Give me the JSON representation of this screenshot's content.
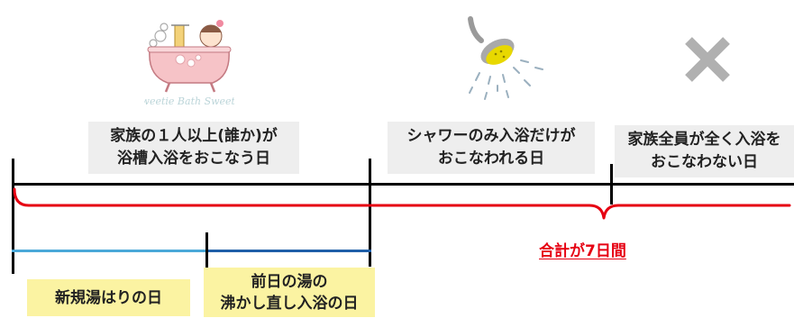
{
  "categories": {
    "bath": {
      "icon": "bathtub-illustration-icon",
      "line1": "家族の１人以上(誰か)が",
      "line2": "浴槽入浴をおこなう日"
    },
    "shower": {
      "icon": "shower-head-icon",
      "line1": "シャワーのみ入浴だけが",
      "line2": "おこなわれる日"
    },
    "none": {
      "icon": "x-mark-icon",
      "line1": "家族全員が全く入浴を",
      "line2": "おこなわない日"
    }
  },
  "total": {
    "label": "合計が7日間"
  },
  "sub_categories": {
    "new_bath": {
      "label": "新規湯はりの日"
    },
    "reheat": {
      "line1": "前日の湯の",
      "line2": "沸かし直し入浴の日"
    }
  },
  "colors": {
    "red": "#e60012",
    "light_blue": "#4aa8d8",
    "dark_blue": "#1f5fa8",
    "yellow_box": "#fbf3a2",
    "gray_box": "#eeeeee",
    "x_mark": "#b0b0b0",
    "shower_yellow": "#e8d800"
  },
  "icon_text": {
    "bath_logo_script": "Sweetie Bath Sweetie"
  }
}
